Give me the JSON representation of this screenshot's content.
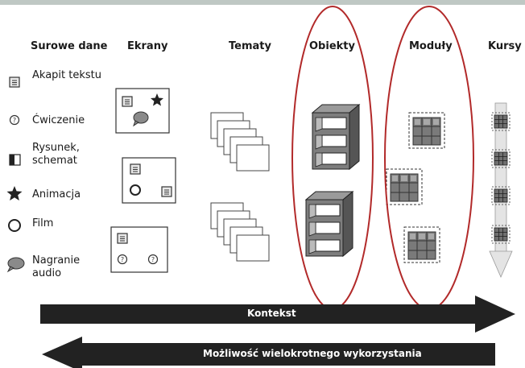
{
  "columns": [
    "Surowe dane",
    "Ekrany",
    "Tematy",
    "Obiekty",
    "Moduły",
    "Kursy"
  ],
  "legend": [
    {
      "icon": "text-paragraph-icon",
      "label": "Akapit tekstu"
    },
    {
      "icon": "exercise-icon",
      "label": "Ćwiczenie"
    },
    {
      "icon": "drawing-icon",
      "label": "Rysunek, schemat"
    },
    {
      "icon": "star-icon",
      "label": "Animacja"
    },
    {
      "icon": "film-circle-icon",
      "label": "Film"
    },
    {
      "icon": "speech-bubble-icon",
      "label": "Nagranie audio"
    }
  ],
  "arrows": {
    "right_label": "Kontekst",
    "left_label": "Możliwość wielokrotnego wykorzystania"
  },
  "colors": {
    "ellipse": "#b22a2a",
    "arrow": "#222222",
    "cube": "#7a7a7a"
  }
}
